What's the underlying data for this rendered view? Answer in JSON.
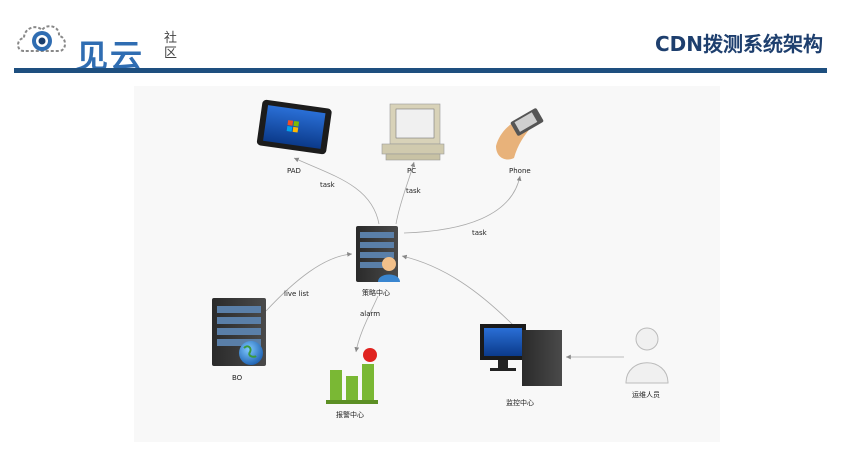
{
  "header": {
    "logo_text": "见云",
    "logo_sub": "社区",
    "title": "CDN拨测系统架构"
  },
  "diagram": {
    "nodes": {
      "pad": "PAD",
      "pc": "PC",
      "phone": "Phone",
      "strategy": "策略中心",
      "bo": "BO",
      "alarm_center": "报警中心",
      "monitor": "监控中心",
      "ops": "运维人员"
    },
    "edges": {
      "task_pad": "task",
      "task_pc": "task",
      "task_phone": "task",
      "live_list": "live list",
      "alarm": "alarm"
    }
  }
}
